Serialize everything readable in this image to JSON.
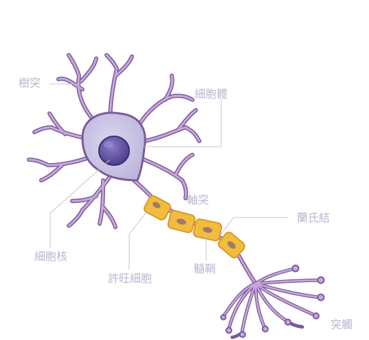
{
  "labels": {
    "dendrite": "樹突",
    "cell_body": "細胞體",
    "axon": "軸突",
    "node_of_ranvier": "蘭氏結",
    "nucleus": "細胞核",
    "schwann_cell": "許旺細胞",
    "myelin_sheath": "髓鞘",
    "axon_terminal": "突觸"
  },
  "colors": {
    "label_text": "#b9b6cf",
    "leader_line": "#c4c4c4",
    "soma_fill": "#cbc6e3",
    "dendrite_outline": "#7a5a9a",
    "dendrite_fill": "#c8a8dc",
    "nucleus_fill": "#5a4a9a",
    "myelin_fill": "#f2bc3c",
    "myelin_edge": "#d9982a",
    "myelin_nucleus": "#9e7a6a",
    "axon_line": "#7a5a9a"
  }
}
